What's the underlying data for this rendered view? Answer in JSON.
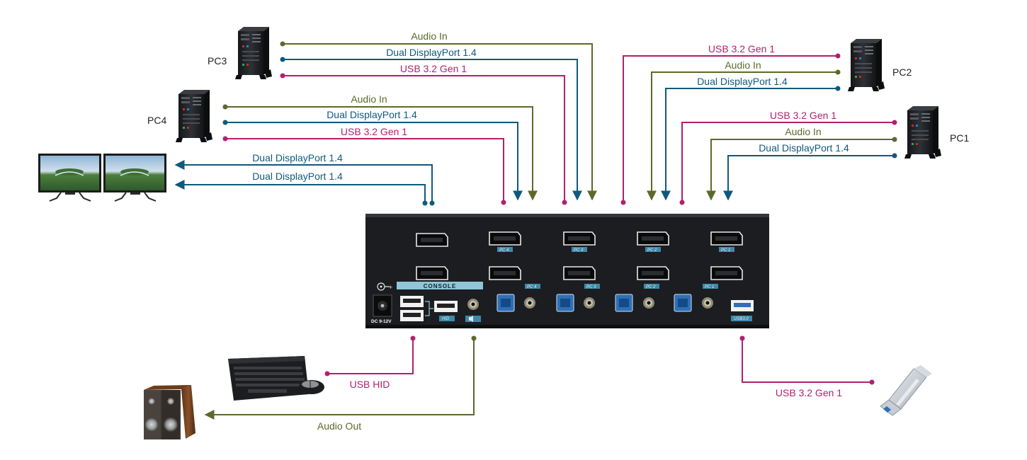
{
  "colors": {
    "audio": "#5b6a2a",
    "displayport": "#0e5a7d",
    "usb": "#b1206e",
    "kvm_body": "#1b1d20",
    "port_label": "#3c8aa8"
  },
  "computers": {
    "pc1": "PC1",
    "pc2": "PC2",
    "pc3": "PC3",
    "pc4": "PC4"
  },
  "links": {
    "pc3_audio": "Audio In",
    "pc3_dp": "Dual DisplayPort 1.4",
    "pc3_usb": "USB 3.2 Gen 1",
    "pc4_audio": "Audio In",
    "pc4_dp": "Dual DisplayPort 1.4",
    "pc4_usb": "USB 3.2 Gen 1",
    "pc2_usb": "USB 3.2 Gen 1",
    "pc2_audio": "Audio In",
    "pc2_dp": "Dual DisplayPort 1.4",
    "pc1_usb": "USB 3.2 Gen 1",
    "pc1_audio": "Audio In",
    "pc1_dp": "Dual DisplayPort 1.4",
    "monitor_dp_1": "Dual DisplayPort 1.4",
    "monitor_dp_2": "Dual DisplayPort 1.4",
    "keyboard_usb": "USB HID",
    "speaker_audio": "Audio Out",
    "flash_usb": "USB 3.2 Gen 1"
  },
  "kvm": {
    "console_label": "CONSOLE",
    "power_label": "DC 9-12V",
    "hid_label": "HID",
    "usb_label": "USB3.0",
    "port_labels": [
      "PC 4",
      "PC 3",
      "PC 2",
      "PC 1"
    ]
  },
  "icons": {
    "tower": "pc-tower-icon",
    "monitor": "monitor-icon",
    "keyboard": "keyboard-icon",
    "mouse": "mouse-icon",
    "speaker": "speaker-icon",
    "flash": "usb-flash-drive-icon"
  }
}
